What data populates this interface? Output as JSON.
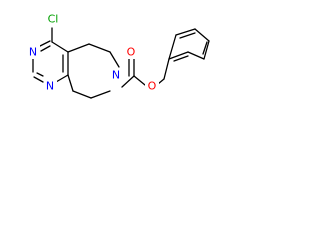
{
  "molecule": {
    "atoms": {
      "cl": "Cl",
      "n_upper": "N",
      "n_lower": "N",
      "n_ring": "N",
      "o_ester": "O",
      "o_carbonyl": "O"
    },
    "colors": {
      "bond": "#000000",
      "nitrogen": "#0000ff",
      "oxygen": "#ff0000",
      "chlorine": "#00a000",
      "background": "#ffffff"
    }
  }
}
